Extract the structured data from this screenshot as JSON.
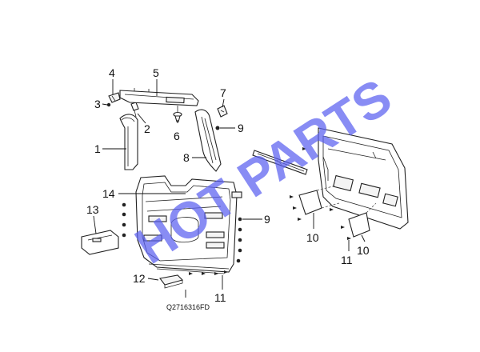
{
  "diagram": {
    "callouts": [
      {
        "id": "c1",
        "text": "1"
      },
      {
        "id": "c2",
        "text": "2"
      },
      {
        "id": "c3",
        "text": "3"
      },
      {
        "id": "c4",
        "text": "4"
      },
      {
        "id": "c5",
        "text": "5"
      },
      {
        "id": "c6",
        "text": "6"
      },
      {
        "id": "c7",
        "text": "7"
      },
      {
        "id": "c8",
        "text": "8"
      },
      {
        "id": "c9a",
        "text": "9"
      },
      {
        "id": "c9b",
        "text": "9"
      },
      {
        "id": "c10a",
        "text": "10"
      },
      {
        "id": "c10b",
        "text": "10"
      },
      {
        "id": "c11a",
        "text": "11"
      },
      {
        "id": "c11b",
        "text": "11"
      },
      {
        "id": "c12",
        "text": "12"
      },
      {
        "id": "c13",
        "text": "13"
      },
      {
        "id": "c14",
        "text": "14"
      }
    ],
    "part_code": "Q2716316FD",
    "watermark": "HOT PARTS"
  },
  "colors": {
    "watermark": "#5a5ff0",
    "line": "#222222",
    "background": "#ffffff"
  }
}
